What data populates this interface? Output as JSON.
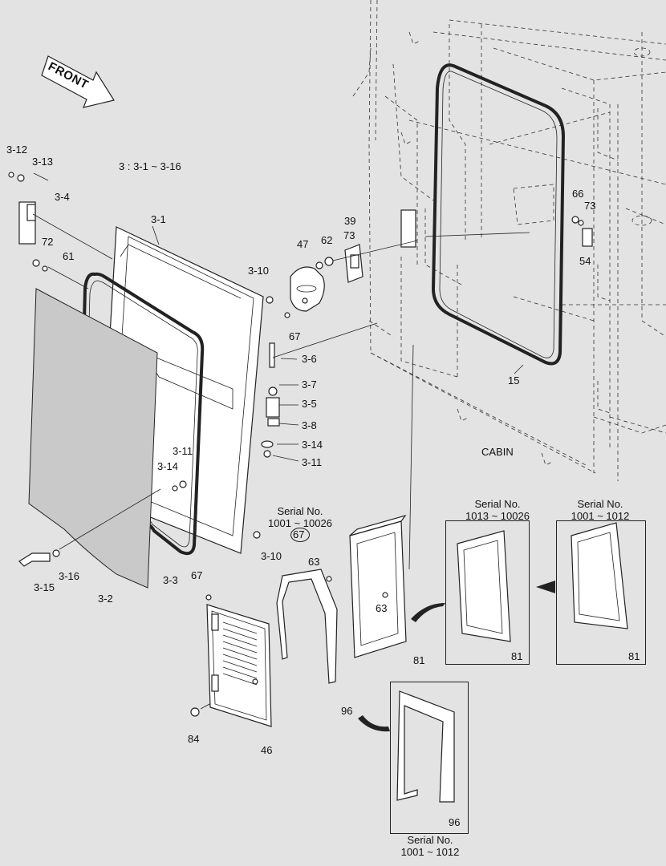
{
  "front_label": "FRONT",
  "group_note": "3 : 3-1 ~ 3-16",
  "cabin_label": "CABIN",
  "callouts": {
    "c3_12": "3-12",
    "c3_13": "3-13",
    "c3_4": "3-4",
    "c72": "72",
    "c61": "61",
    "c3_1": "3-1",
    "c47": "47",
    "c62": "62",
    "c73a": "73",
    "c39": "39",
    "c66": "66",
    "c73b": "73",
    "c54": "54",
    "c3_10a": "3-10",
    "c67a": "67",
    "c3_6": "3-6",
    "c3_7": "3-7",
    "c3_5": "3-5",
    "c3_8": "3-8",
    "c3_14a": "3-14",
    "c3_11a": "3-11",
    "c15": "15",
    "c3_11b": "3-11",
    "c3_14b": "3-14",
    "c3_10b": "3-10",
    "c3_16": "3-16",
    "c3_15": "3-15",
    "c3_2": "3-2",
    "c3_3": "3-3",
    "c67b": "67",
    "c63a": "63",
    "c63b": "63",
    "c67c": "67",
    "c81a": "81",
    "c81b": "81",
    "c81c": "81",
    "c46": "46",
    "c84": "84",
    "c96a": "96",
    "c96b": "96"
  },
  "serial_notes": {
    "main": {
      "line1": "Serial No.",
      "line2": "1001 ~ 10026"
    },
    "box1": {
      "line1": "Serial No.",
      "line2": "1013 ~ 10026"
    },
    "box2": {
      "line1": "Serial No.",
      "line2": "1001 ~ 1012"
    },
    "box3": {
      "line1": "Serial No.",
      "line2": "1001 ~ 1012"
    }
  }
}
